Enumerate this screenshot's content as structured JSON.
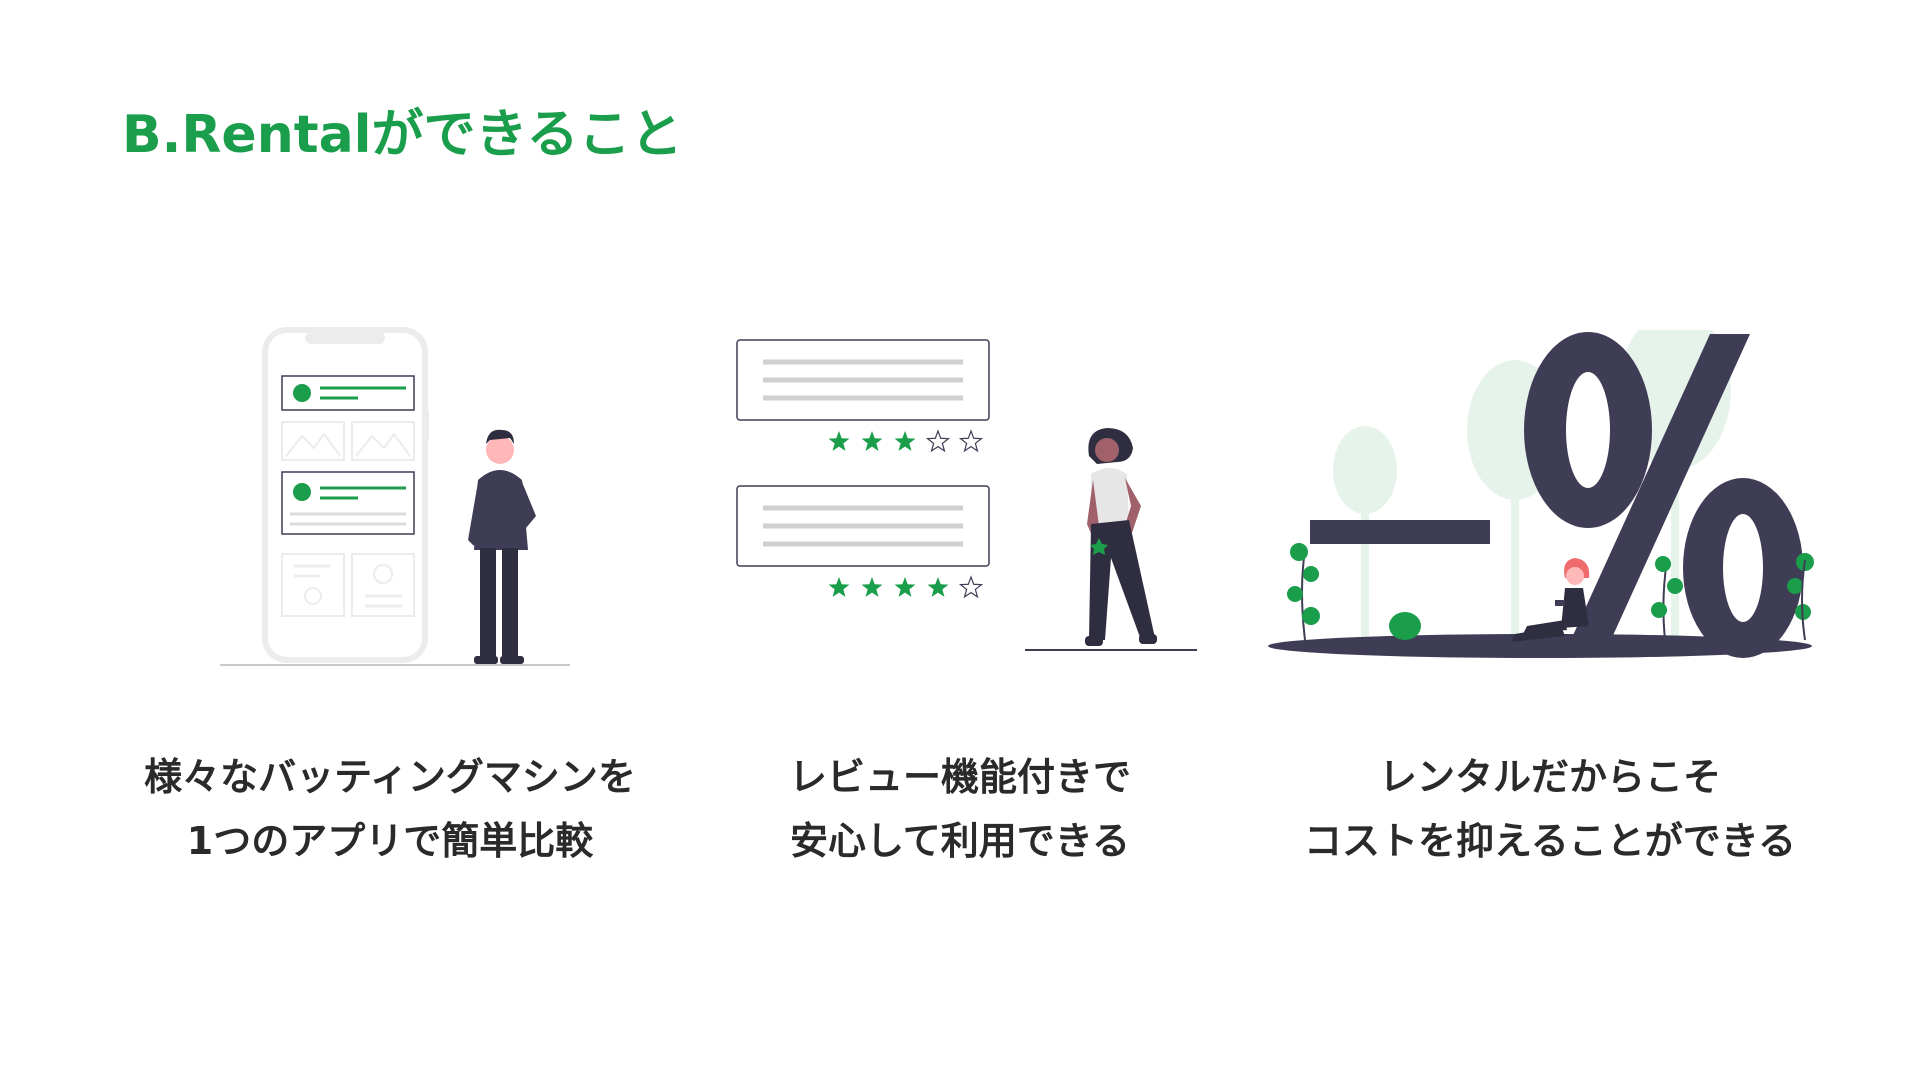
{
  "slide": {
    "title": "B.Rentalができること",
    "accent_color": "#1a9e4b",
    "features": [
      {
        "illustration_icon": "phone-comparison-illustration",
        "caption_lines": [
          "様々なバッティングマシンを",
          "1つのアプリで簡単比較"
        ]
      },
      {
        "illustration_icon": "review-stars-illustration",
        "caption_lines": [
          "レビュー機能付きで",
          "安心して利用できる"
        ],
        "reviews": [
          {
            "rating": 3,
            "max": 5
          },
          {
            "rating": 4,
            "max": 5
          }
        ]
      },
      {
        "illustration_icon": "discount-percent-illustration",
        "caption_lines": [
          "レンタルだからこそ",
          "コストを抑えることができる"
        ]
      }
    ]
  }
}
